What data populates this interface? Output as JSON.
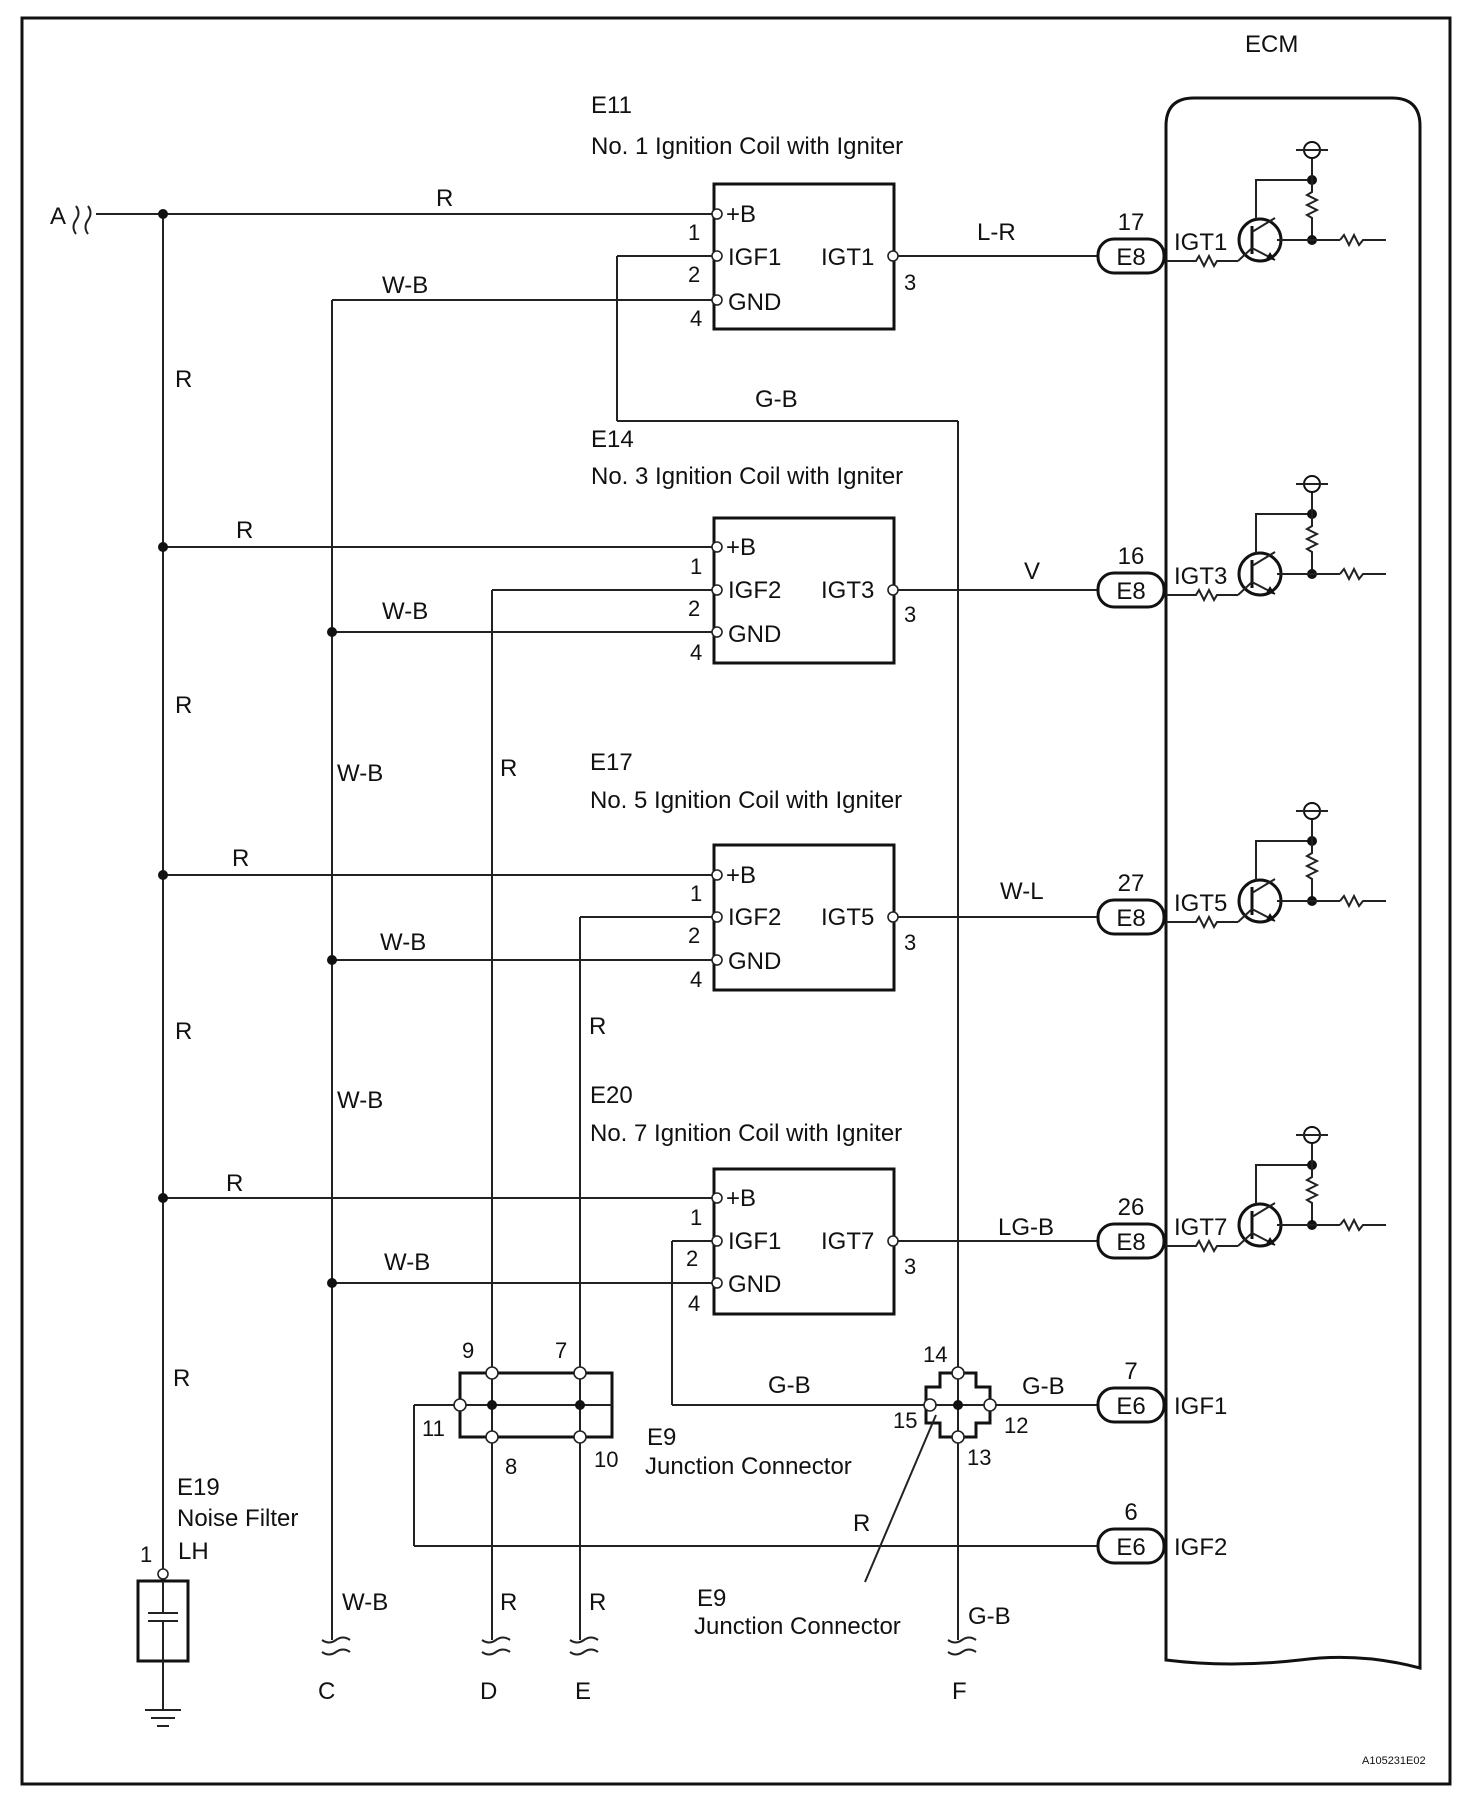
{
  "ecm": {
    "title": "ECM"
  },
  "coils": [
    {
      "code": "E11",
      "name": "No. 1 Ignition Coil with Igniter",
      "plus_b": "+B",
      "igf": "IGF1",
      "gnd": "GND",
      "igt": "IGT1",
      "pin_plus_b": "1",
      "pin_igf": "2",
      "pin_gnd": "4",
      "pin_igt": "3",
      "igt_wire": "L-R",
      "ecm_pin": "17",
      "ecm_connector": "E8",
      "ecm_terminal": "IGT1",
      "r_wire": "R",
      "wb_wire": "W-B"
    },
    {
      "code": "E14",
      "name": "No. 3 Ignition Coil with Igniter",
      "plus_b": "+B",
      "igf": "IGF2",
      "gnd": "GND",
      "igt": "IGT3",
      "pin_plus_b": "1",
      "pin_igf": "2",
      "pin_gnd": "4",
      "pin_igt": "3",
      "igt_wire": "V",
      "ecm_pin": "16",
      "ecm_connector": "E8",
      "ecm_terminal": "IGT3",
      "r_wire": "R",
      "wb_wire": "W-B"
    },
    {
      "code": "E17",
      "name": "No. 5 Ignition Coil with Igniter",
      "plus_b": "+B",
      "igf": "IGF2",
      "gnd": "GND",
      "igt": "IGT5",
      "pin_plus_b": "1",
      "pin_igf": "2",
      "pin_gnd": "4",
      "pin_igt": "3",
      "igt_wire": "W-L",
      "ecm_pin": "27",
      "ecm_connector": "E8",
      "ecm_terminal": "IGT5",
      "r_wire": "R",
      "wb_wire": "W-B"
    },
    {
      "code": "E20",
      "name": "No. 7 Ignition Coil with Igniter",
      "plus_b": "+B",
      "igf": "IGF1",
      "gnd": "GND",
      "igt": "IGT7",
      "pin_plus_b": "1",
      "pin_igf": "2",
      "pin_gnd": "4",
      "pin_igt": "3",
      "igt_wire": "LG-B",
      "ecm_pin": "26",
      "ecm_connector": "E8",
      "ecm_terminal": "IGT7",
      "r_wire": "R",
      "wb_wire": "W-B"
    }
  ],
  "wires": {
    "r": "R",
    "wb": "W-B",
    "gb": "G-B"
  },
  "junction_left": {
    "code": "E9",
    "name": "Junction Connector",
    "pins": [
      "9",
      "7",
      "11",
      "8",
      "10"
    ]
  },
  "junction_right": {
    "code": "E9",
    "name": "Junction Connector",
    "pins": [
      "14",
      "15",
      "12",
      "13"
    ]
  },
  "ecm_igf": [
    {
      "pin": "7",
      "connector": "E6",
      "terminal": "IGF1",
      "wire": "G-B"
    },
    {
      "pin": "6",
      "connector": "E6",
      "terminal": "IGF2",
      "wire": "R"
    }
  ],
  "noise_filter": {
    "code": "E19",
    "name": "Noise Filter",
    "side": "LH",
    "pin": "1"
  },
  "terminals": {
    "a": "A",
    "c": "C",
    "d": "D",
    "e": "E",
    "f": "F"
  },
  "figure_id": "A105231E02"
}
